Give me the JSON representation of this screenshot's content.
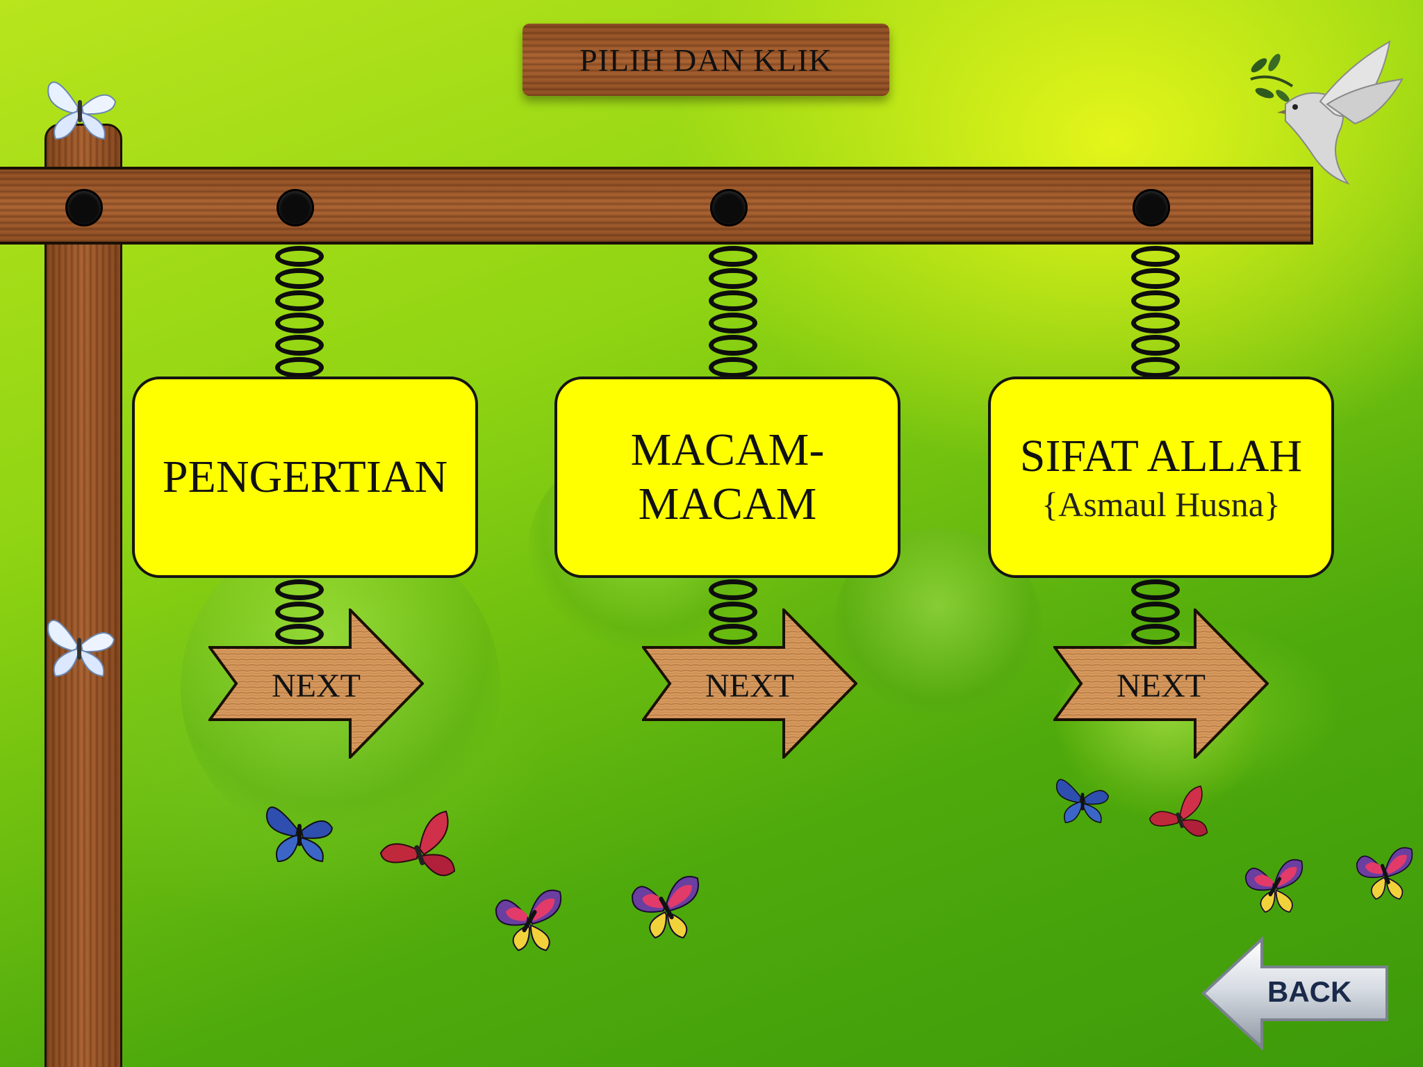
{
  "header": {
    "title": "PILIH DAN KLIK"
  },
  "menu": [
    {
      "id": "pengertian",
      "lines": [
        "PENGERTIAN"
      ],
      "sub": "",
      "next_label": "NEXT"
    },
    {
      "id": "macam",
      "lines": [
        "MACAM-",
        "MACAM"
      ],
      "sub": "",
      "next_label": "NEXT"
    },
    {
      "id": "sifat",
      "lines": [
        "SIFAT ALLAH"
      ],
      "sub": "{Asmaul Husna}",
      "next_label": "NEXT"
    }
  ],
  "footer": {
    "back_label": "BACK"
  },
  "colors": {
    "card_fill": "#ffff00",
    "wood": "#a96232",
    "background_top": "#c6ec1e",
    "background_bottom": "#3d9a0a"
  },
  "decorations": [
    "white-butterfly",
    "white-butterfly",
    "dove-with-olive-branch",
    "blue-butterfly",
    "red-butterfly",
    "purple-butterfly"
  ]
}
